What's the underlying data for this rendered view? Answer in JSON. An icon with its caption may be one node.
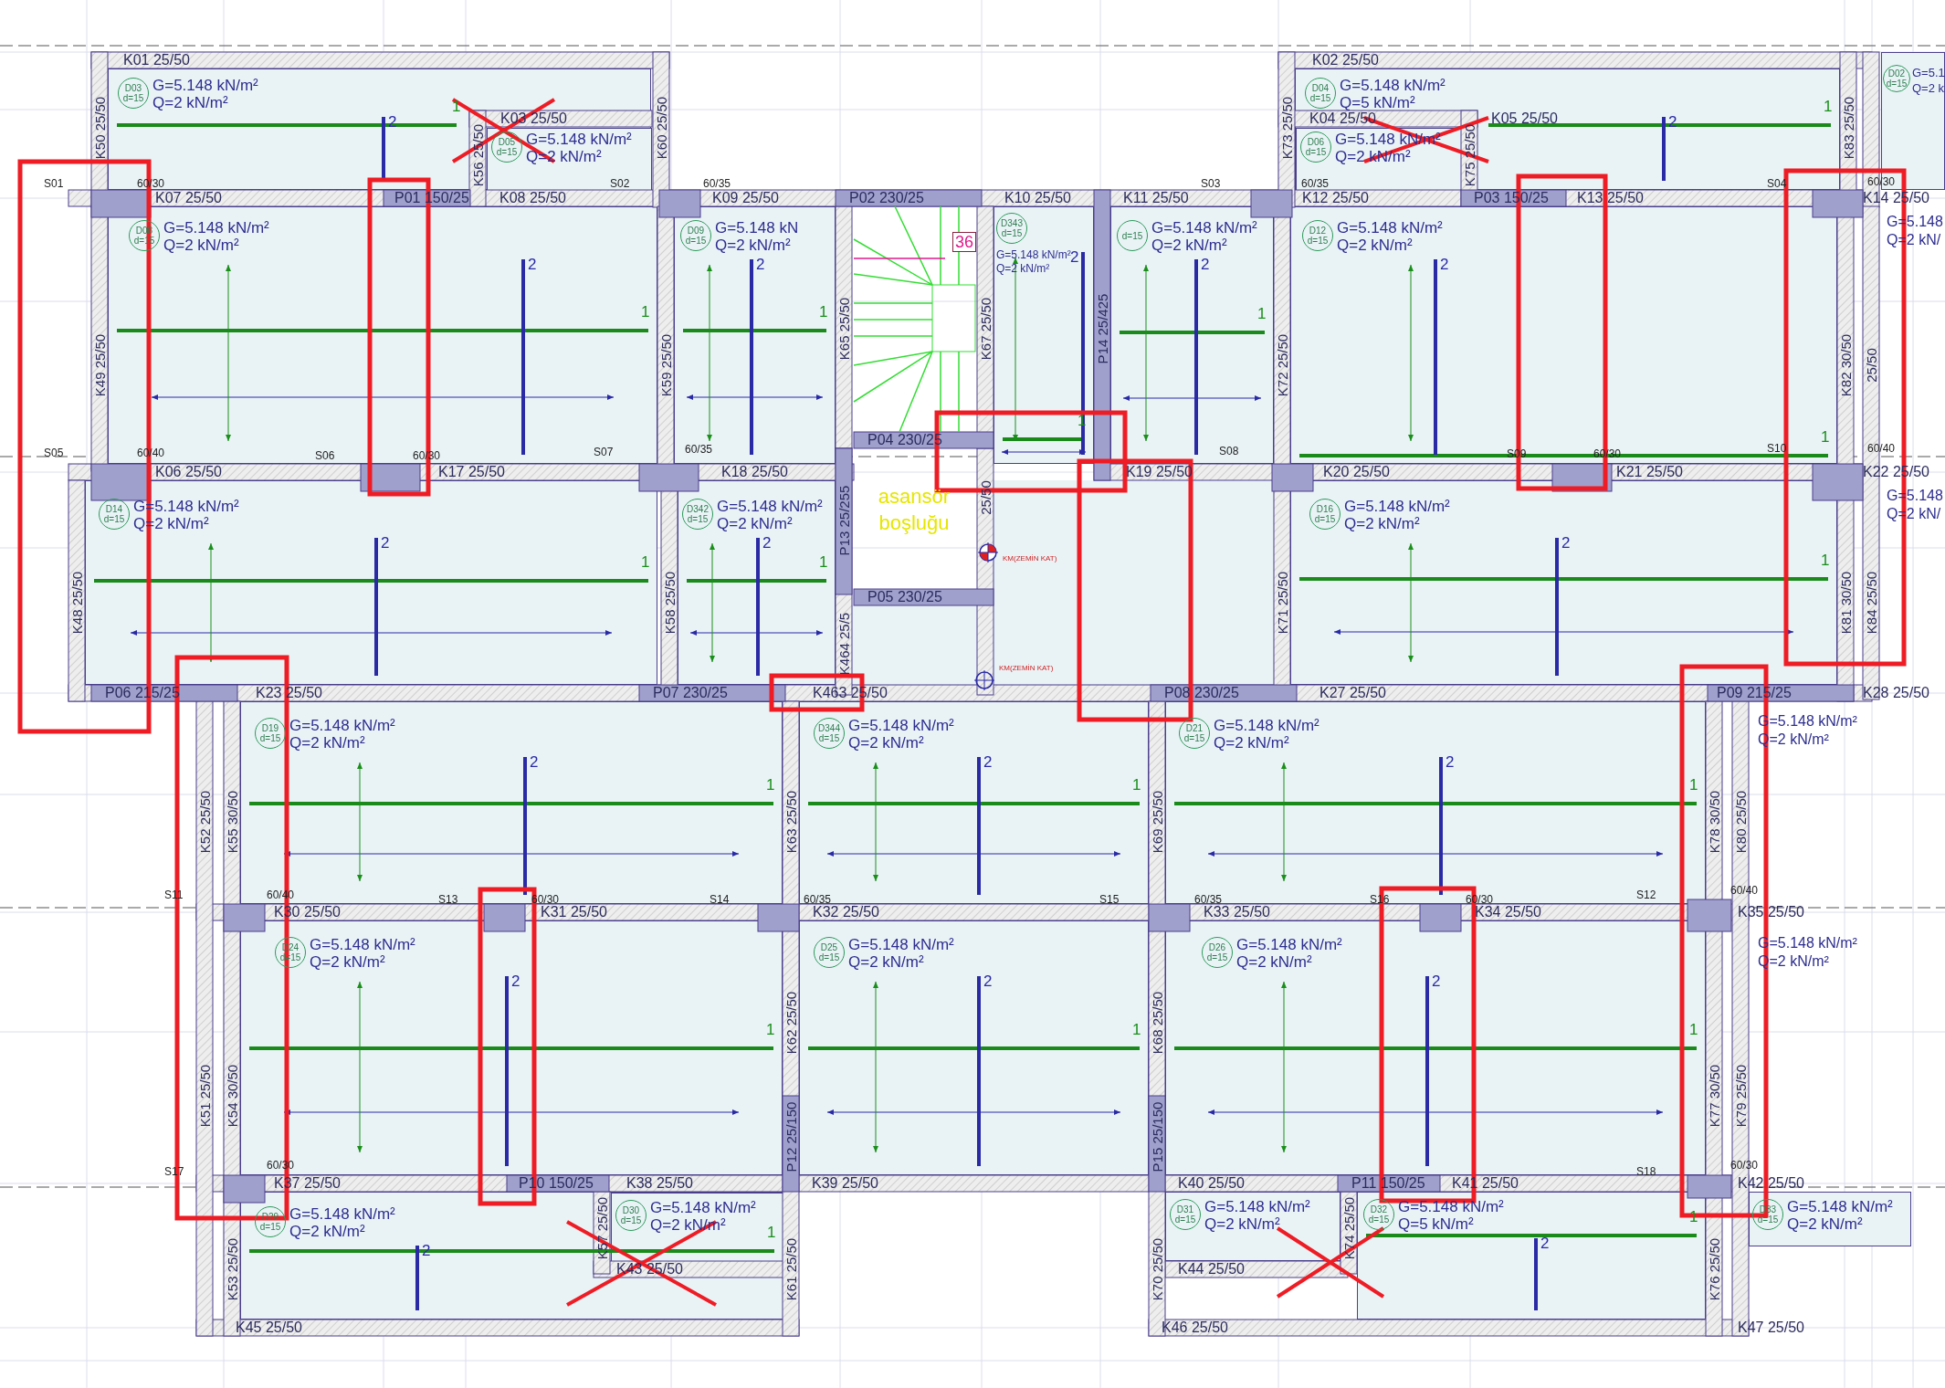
{
  "diagram": {
    "nodes": [
      {
        "text": [
          "D03",
          "d=15",
          "G=5.148 kN/m²",
          "Q=2 kN/m²"
        ]
      },
      {
        "text": [
          "D05",
          "d=15",
          "G=5.148 kN/m²",
          "Q=2 kN/m²"
        ],
        "in": 0
      },
      {
        "text": [
          "D04",
          "d=15",
          "G=5.148 kN/m²",
          "Q=5 kN/m²"
        ]
      },
      {
        "text": [
          "D06",
          "d=15",
          "G=5.148 kN/m²",
          "Q=2 kN/m²"
        ],
        "in": 2
      },
      {
        "text": [
          "D02",
          "d=15",
          "G=5.1",
          "Q=2 k"
        ]
      },
      {
        "text": [
          "D08",
          "d=15",
          "G=5.148 kN/m²",
          "Q=2 kN/m²"
        ]
      },
      {
        "text": [
          "D09",
          "d=15",
          "G=5.148 kN",
          "Q=2 kN/m²"
        ]
      },
      {
        "text": [
          "D343",
          "d=15",
          "G=5.148 kN/m²",
          "Q=2 kN/m²"
        ]
      },
      {
        "text": [
          "d=15",
          "G=5.148 kN/m²",
          "Q=2 kN/m²"
        ]
      },
      {
        "text": [
          "D12",
          "d=15",
          "G=5.148 kN/m²",
          "Q=2 kN/m²"
        ]
      },
      {
        "text": [
          "D14",
          "d=15",
          "G=5.148 kN/m²",
          "Q=2 kN/m²"
        ]
      },
      {
        "text": [
          "D342",
          "d=15",
          "G=5.148 kN/m²",
          "Q=2 kN/m²"
        ]
      },
      {
        "text": [
          "D16",
          "d=15",
          "G=5.148 kN/m²",
          "Q=2 kN/m²"
        ]
      },
      {
        "text": [
          "D19",
          "d=15",
          "G=5.148 kN/m²",
          "Q=2 kN/m²"
        ]
      },
      {
        "text": [
          "D344",
          "d=15",
          "G=5.148 kN/m²",
          "Q=2 kN/m²"
        ]
      },
      {
        "text": [
          "D21",
          "d=15",
          "G=5.148 kN/m²",
          "Q=2 kN/m²"
        ]
      },
      {
        "text": [
          "D24",
          "d=15",
          "G=5.148 kN/m²",
          "Q=2 kN/m²"
        ]
      },
      {
        "text": [
          "D25",
          "d=15",
          "G=5.148 kN/m²",
          "Q=2 kN/m²"
        ]
      },
      {
        "text": [
          "D26",
          "d=15",
          "G=5.148 kN/m²",
          "Q=2 kN/m²"
        ]
      },
      {
        "text": [
          "D29",
          "d=15",
          "G=5.148 kN/m²",
          "Q=2 kN/m²"
        ]
      },
      {
        "text": [
          "D30",
          "d=15",
          "G=5.148 kN/m²",
          "Q=2 kN/m²"
        ],
        "in": 19
      },
      {
        "text": [
          "D31",
          "d=15",
          "G=5.148 kN/m²",
          "Q=2 kN/m²"
        ]
      },
      {
        "text": [
          "D32",
          "d=15",
          "G=5.148 kN/m²",
          "Q=5 kN/m²"
        ]
      },
      {
        "text": [
          "D33",
          "d=15",
          "G=5.148 kN/m²",
          "Q=2 kN/m²"
        ]
      }
    ],
    "labels": [
      "K01 25/50",
      "K02 25/50",
      "K03 25/50",
      "K04 25/50",
      "K05 25/50",
      "K07 25/50",
      "P01 150/25",
      "K08 25/50",
      "K09 25/50",
      "P02 230/25",
      "K10 25/50",
      "K11 25/50",
      "K12 25/50",
      "P03 150/25",
      "K13 25/50",
      "K14 25/50",
      "K06 25/50",
      "K17 25/50",
      "K18 25/50",
      "P04 230/25",
      "K19 25/50",
      "K20 25/50",
      "K21 25/50",
      "K22 25/50",
      "P05 230/25",
      "P06 215/25",
      "K23 25/50",
      "P07 230/25",
      "K463 25/50",
      "P08 230/25",
      "K27 25/50",
      "P09 215/25",
      "K28 25/50",
      "K30 25/50",
      "K31 25/50",
      "K32 25/50",
      "K33 25/50",
      "K34 25/50",
      "K35 25/50",
      "K37 25/50",
      "P10 150/25",
      "K38 25/50",
      "K39 25/50",
      "K40 25/50",
      "P11 150/25",
      "K41 25/50",
      "K42 25/50",
      "K43 25/50",
      "K44 25/50",
      "K45 25/50",
      "K46 25/50",
      "K47 25/50",
      "K50 25/50",
      "K56 25/50",
      "K60 25/50",
      "K73 25/50",
      "K75 25/50",
      "K83 25/50",
      "K49 25/50",
      "K59 25/50",
      "K65 25/50",
      "K67 25/50",
      "P14 25/425",
      "K72 25/50",
      "K82 30/50",
      "25/50",
      "K48 25/50",
      "K58 25/50",
      "P13 25/255",
      "25/50",
      "K464 25/5",
      "K71 25/50",
      "K81 30/50",
      "K84 25/50",
      "K52 25/50",
      "K55 30/50",
      "K63 25/50",
      "K69 25/50",
      "K78 30/50",
      "K80 25/50",
      "K51 25/50",
      "K54 30/50",
      "K62 25/50",
      "P12 25/150",
      "K68 25/50",
      "P15 25/150",
      "K77 30/50",
      "K79 25/50",
      "K53 25/50",
      "K57 25/50",
      "K61 25/50",
      "K70 25/50",
      "K74 25/50",
      "K76 25/50",
      "S01",
      "60/30",
      "S02",
      "60/35",
      "S03",
      "60/35",
      "S04",
      "60/30",
      "S05",
      "60/40",
      "S06",
      "60/30",
      "S07",
      "60/35",
      "S08",
      "S09",
      "60/30",
      "S10",
      "60/40",
      "S11",
      "60/40",
      "S13",
      "60/30",
      "S14",
      "60/35",
      "S15",
      "60/35",
      "S16",
      "60/30",
      "S12",
      "60/40",
      "S17",
      "60/30",
      "S18",
      "60/30",
      "asansör boşluğu",
      "36",
      "KM(ZEMİN KAT)",
      "KM(ZEMİN KAT)",
      "G=5.148",
      "Q=2 kN/",
      "G=5.148",
      "Q=2 kN/",
      "G=5.148 kN/m²",
      "Q=2 kN/m²",
      "G=5.148 kN/m²",
      "Q=2 kN/m²",
      "2",
      "1",
      "2",
      "1",
      "2",
      "1",
      "2",
      "1",
      "2",
      "1",
      "2",
      "1",
      "2",
      "1",
      "2",
      "1",
      "2",
      "1",
      "2",
      "1",
      "2",
      "1",
      "2",
      "1",
      "2",
      "1",
      "2",
      "1",
      "2",
      "1",
      "2",
      "1",
      "2",
      "1",
      "2",
      "1"
    ]
  }
}
